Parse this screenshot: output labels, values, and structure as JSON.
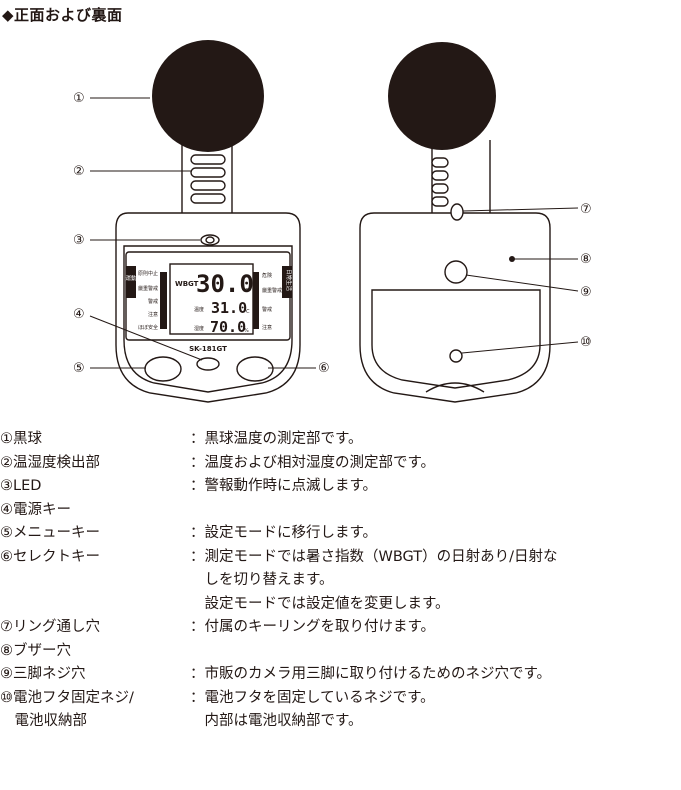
{
  "heading": "◆正面および裏面",
  "callouts": [
    "①",
    "②",
    "③",
    "④",
    "⑤",
    "⑥",
    "⑦",
    "⑧",
    "⑨",
    "⑩"
  ],
  "lcd": {
    "wbgt_label": "WBGT",
    "wbgt_value": "30.0",
    "wbgt_unit": "℃",
    "temp_label": "温度",
    "temp_value": "31.0",
    "temp_unit": "℃",
    "hum_label": "湿度",
    "hum_value": "70.0",
    "hum_unit": "%",
    "left_levels": [
      "原則中止",
      "厳重警戒",
      "警戒",
      "注意",
      "ほぼ安全"
    ],
    "right_levels": [
      "危険",
      "厳重警戒",
      "警戒",
      "注意"
    ],
    "left_tab": "運動",
    "right_tab": "日常生活"
  },
  "model": "SK-181GT",
  "items": [
    {
      "term": "①黒球",
      "text": "：黒球温度の測定部です。"
    },
    {
      "term": "②温湿度検出部",
      "text": "：温度および相対湿度の測定部です。"
    },
    {
      "term": "③LED",
      "text": "：警報動作時に点滅します。"
    },
    {
      "term": "④電源キー",
      "text": ""
    },
    {
      "term": "⑤メニューキー",
      "text": "：設定モードに移行します。"
    },
    {
      "term": "⑥セレクトキー",
      "text": "：測定モードでは暑さ指数（WBGT）の日射あり/日射な\n　しを切り替えます。\n　設定モードでは設定値を変更します。"
    },
    {
      "term": "⑦リング通し穴",
      "text": "：付属のキーリングを取り付けます。"
    },
    {
      "term": "⑧ブザー穴",
      "text": ""
    },
    {
      "term": "⑨三脚ネジ穴",
      "text": "：市販のカメラ用三脚に取り付けるためのネジ穴です。"
    },
    {
      "term": "⑩電池フタ固定ネジ/\n　電池収納部",
      "text": "：電池フタを固定しているネジです。\n　内部は電池収納部です。"
    }
  ]
}
